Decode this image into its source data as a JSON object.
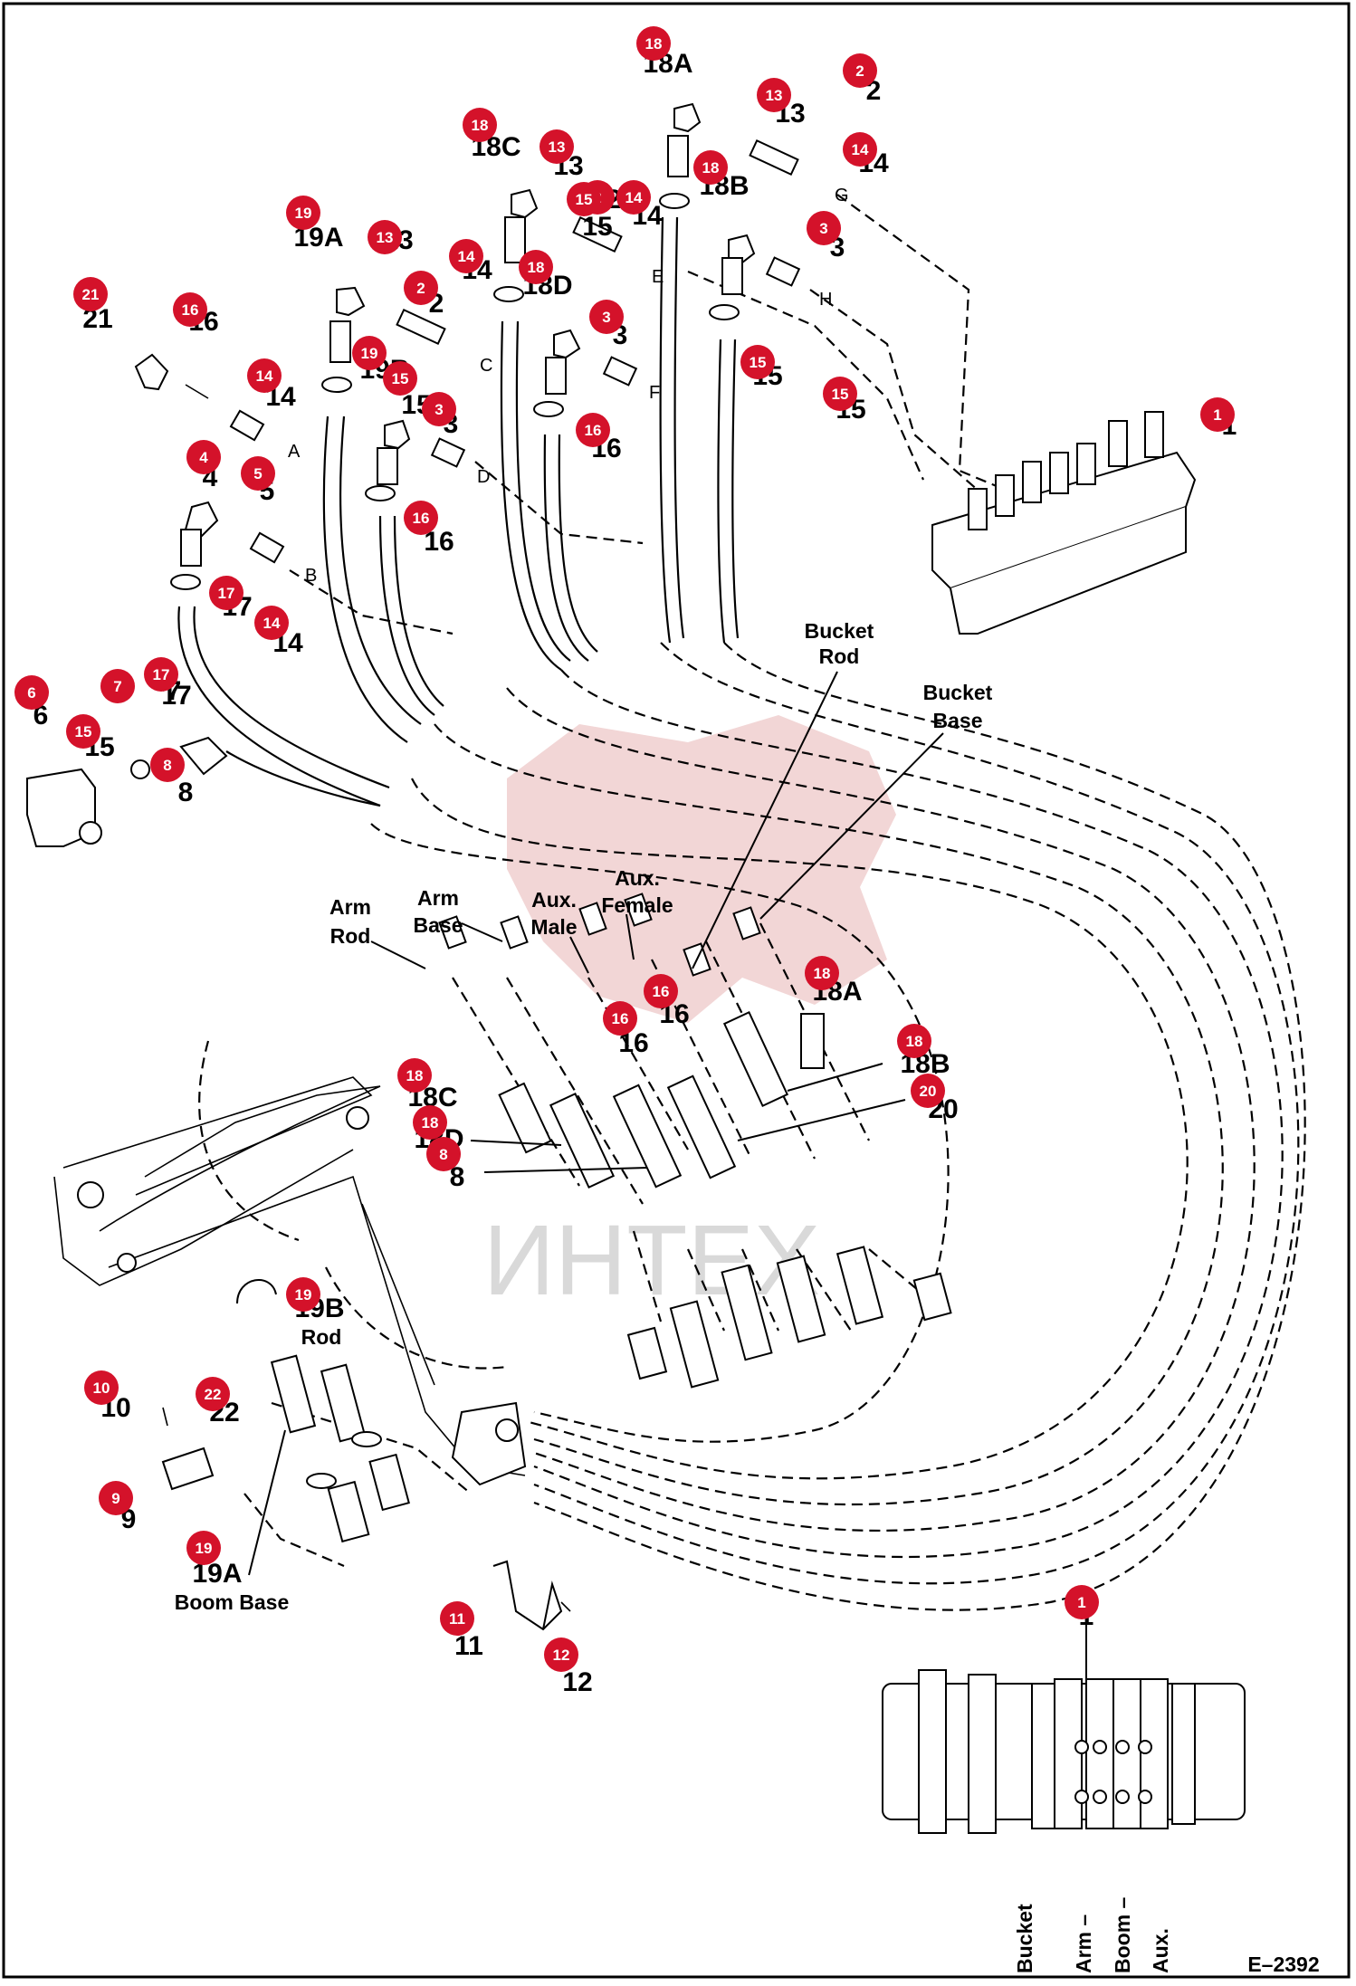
{
  "drawing_id": "E–2392",
  "watermark": "ИНТЕХ",
  "hose_names": {
    "arm_rod": [
      "Arm",
      "Rod"
    ],
    "arm_base": [
      "Arm",
      "Base"
    ],
    "aux_male": [
      "Aux.",
      "Male"
    ],
    "aux_female": [
      "Aux.",
      "Female"
    ],
    "bucket_rod": [
      "Bucket",
      "Rod"
    ],
    "bucket_base": [
      "Bucket",
      "Base"
    ],
    "boom_rod": "Rod",
    "boom_base": "Boom Base"
  },
  "valve_section_labels": [
    "Bucket",
    "Arm –",
    "Boom –",
    "Aux."
  ],
  "port_letters": [
    "A",
    "B",
    "C",
    "D",
    "E",
    "F",
    "G",
    "H"
  ],
  "callouts": [
    {
      "num": "1",
      "label": "1"
    },
    {
      "num": "1",
      "label": "1"
    },
    {
      "num": "2",
      "label": "2"
    },
    {
      "num": "2",
      "label": "2"
    },
    {
      "num": "2",
      "label": "2"
    },
    {
      "num": "3",
      "label": "3"
    },
    {
      "num": "3",
      "label": "3"
    },
    {
      "num": "3",
      "label": "3"
    },
    {
      "num": "4",
      "label": "4"
    },
    {
      "num": "5",
      "label": "5"
    },
    {
      "num": "6",
      "label": "6"
    },
    {
      "num": "7",
      "label": "7"
    },
    {
      "num": "8",
      "label": "8"
    },
    {
      "num": "8",
      "label": "8"
    },
    {
      "num": "9",
      "label": "9"
    },
    {
      "num": "10",
      "label": "10"
    },
    {
      "num": "11",
      "label": "11"
    },
    {
      "num": "12",
      "label": "12"
    },
    {
      "num": "13",
      "label": "13"
    },
    {
      "num": "13",
      "label": "13"
    },
    {
      "num": "13",
      "label": "13"
    },
    {
      "num": "14",
      "label": "14"
    },
    {
      "num": "14",
      "label": "14"
    },
    {
      "num": "14",
      "label": "14"
    },
    {
      "num": "14",
      "label": "14"
    },
    {
      "num": "14",
      "label": "14"
    },
    {
      "num": "15",
      "label": "15"
    },
    {
      "num": "15",
      "label": "15"
    },
    {
      "num": "15",
      "label": "15"
    },
    {
      "num": "15",
      "label": "15"
    },
    {
      "num": "15",
      "label": "15"
    },
    {
      "num": "16",
      "label": "16"
    },
    {
      "num": "16",
      "label": "16"
    },
    {
      "num": "16",
      "label": "16"
    },
    {
      "num": "16",
      "label": "16"
    },
    {
      "num": "16",
      "label": "16"
    },
    {
      "num": "17",
      "label": "17"
    },
    {
      "num": "17",
      "label": "17"
    },
    {
      "num": "18",
      "label": "18A"
    },
    {
      "num": "18",
      "label": "18B"
    },
    {
      "num": "18",
      "label": "18C"
    },
    {
      "num": "18",
      "label": "18D"
    },
    {
      "num": "18",
      "label": "18A"
    },
    {
      "num": "18",
      "label": "18B"
    },
    {
      "num": "18",
      "label": "18C"
    },
    {
      "num": "18",
      "label": "18D"
    },
    {
      "num": "19",
      "label": "19A"
    },
    {
      "num": "19",
      "label": "19B"
    },
    {
      "num": "19",
      "label": "19B"
    },
    {
      "num": "19",
      "label": "19A"
    },
    {
      "num": "20",
      "label": "20"
    },
    {
      "num": "21",
      "label": "21"
    },
    {
      "num": "22",
      "label": "22"
    }
  ],
  "colors": {
    "callout_fill": "#d4122a",
    "line": "#000000",
    "background": "#ffffff",
    "watermark": "#e8b5b5"
  }
}
